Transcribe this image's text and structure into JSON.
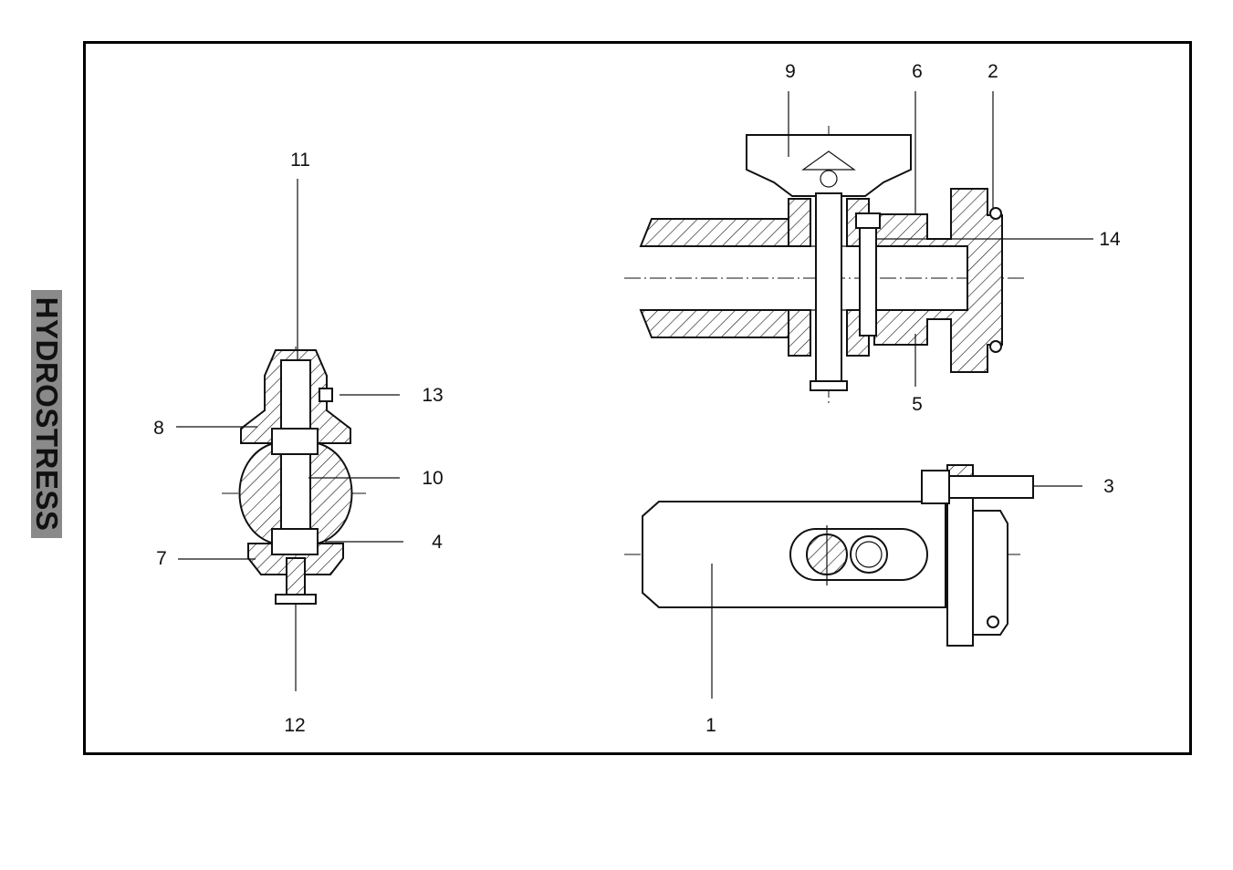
{
  "brand": {
    "text": "HYDROSTRESS"
  },
  "callouts": [
    {
      "id": "1",
      "text": "1"
    },
    {
      "id": "2",
      "text": "2"
    },
    {
      "id": "3",
      "text": "3"
    },
    {
      "id": "4",
      "text": "4"
    },
    {
      "id": "5",
      "text": "5"
    },
    {
      "id": "6",
      "text": "6"
    },
    {
      "id": "7",
      "text": "7"
    },
    {
      "id": "8",
      "text": "8"
    },
    {
      "id": "9",
      "text": "9"
    },
    {
      "id": "10",
      "text": "10"
    },
    {
      "id": "11",
      "text": "11"
    },
    {
      "id": "12",
      "text": "12"
    },
    {
      "id": "13",
      "text": "13"
    },
    {
      "id": "14",
      "text": "14"
    }
  ],
  "colors": {
    "ink": "#111111",
    "brand_bar": "#8a8a8a",
    "paper": "#ffffff"
  }
}
